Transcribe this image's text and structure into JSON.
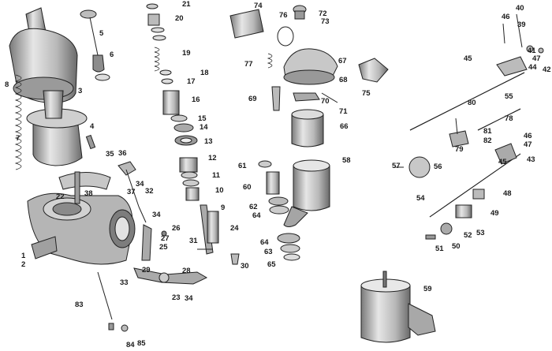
{
  "diagram": {
    "colors": {
      "ink": "#1a1a1a",
      "metal_light": "#d8d8d8",
      "metal_mid": "#a9a9a9",
      "metal_dark": "#6e6e6e",
      "background": "#ffffff"
    },
    "labels": [
      "1",
      "2",
      "3",
      "4",
      "5",
      "6",
      "7",
      "8",
      "9",
      "10",
      "11",
      "12",
      "13",
      "14",
      "15",
      "16",
      "17",
      "18",
      "19",
      "20",
      "21",
      "22",
      "23",
      "24",
      "25",
      "26",
      "27",
      "28",
      "29",
      "30",
      "31",
      "32",
      "33",
      "34",
      "35",
      "36",
      "37",
      "38",
      "39",
      "40",
      "41",
      "42",
      "43",
      "44",
      "45",
      "46",
      "47",
      "48",
      "49",
      "50",
      "51",
      "52",
      "53",
      "54",
      "55",
      "56",
      "57",
      "58",
      "59",
      "60",
      "61",
      "62",
      "63",
      "64",
      "65",
      "66",
      "67",
      "68",
      "69",
      "70",
      "71",
      "72",
      "73",
      "74",
      "75",
      "76",
      "77",
      "78",
      "79",
      "80",
      "81",
      "82",
      "83",
      "84",
      "85"
    ]
  }
}
